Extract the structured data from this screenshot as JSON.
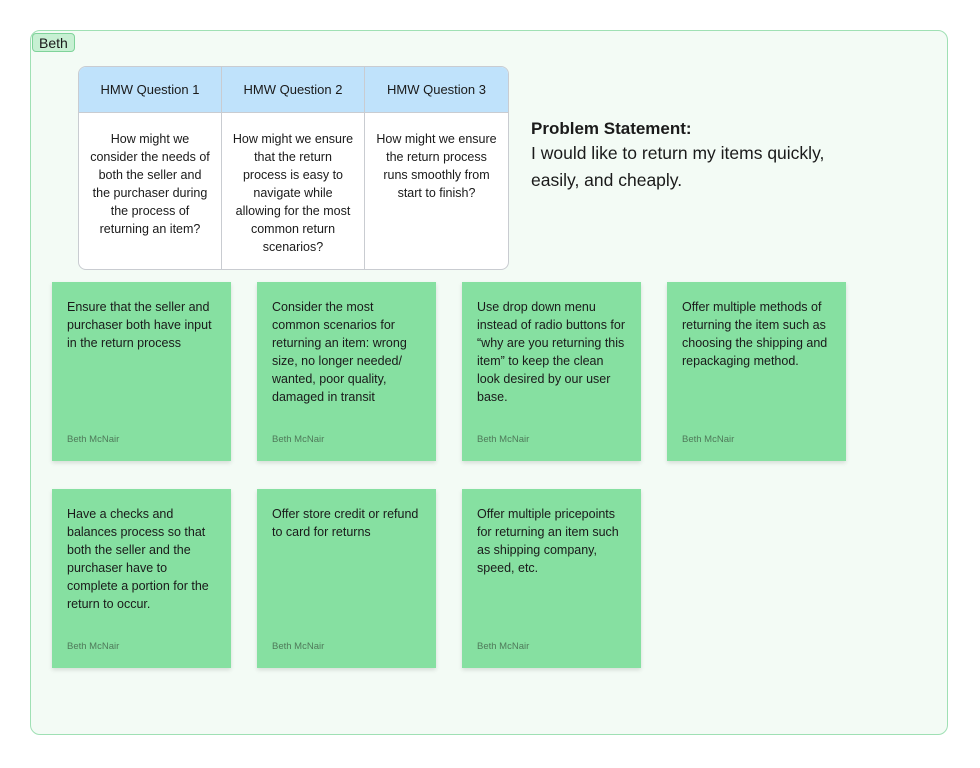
{
  "board": {
    "label": "Beth",
    "fill_color": "#f3fbf5",
    "border_color": "#9fe0b4"
  },
  "hmw_table": {
    "header_color": "#bfe2fb",
    "columns": [
      {
        "header": "HMW Question 1",
        "text": "How might we consider the needs of both the seller and the purchaser during the process of returning an item?"
      },
      {
        "header": "HMW Question 2",
        "text": "How might we ensure that the return process is easy to navigate while allowing for the most common return scenarios?"
      },
      {
        "header": "HMW Question 3",
        "text": "How might we ensure the return process runs smoothly from start to finish?"
      }
    ]
  },
  "problem_statement": {
    "title": "Problem Statement:",
    "text": "I would like to return my items quickly, easily, and cheaply."
  },
  "sticky_notes": {
    "color": "#86e0a1",
    "items": [
      {
        "text": "Ensure that the seller and purchaser both have input in the return process",
        "author": "Beth McNair"
      },
      {
        "text": "Consider the most common scenarios for returning an item: wrong size, no longer needed/ wanted, poor quality, damaged in transit",
        "author": "Beth McNair"
      },
      {
        "text": "Use  drop down menu instead of radio buttons for “why are you returning this item” to keep the clean look desired by our user base.",
        "author": "Beth McNair"
      },
      {
        "text": "Offer multiple methods of returning the item such as choosing the shipping and repackaging method.",
        "author": "Beth McNair"
      },
      {
        "text": "Have a checks and balances process so that both the seller and the purchaser have to complete a portion for the return to occur.",
        "author": "Beth McNair"
      },
      {
        "text": "Offer store credit or refund to card for returns",
        "author": "Beth McNair"
      },
      {
        "text": "Offer multiple pricepoints for returning an item such as shipping company, speed, etc.",
        "author": "Beth McNair"
      }
    ]
  }
}
